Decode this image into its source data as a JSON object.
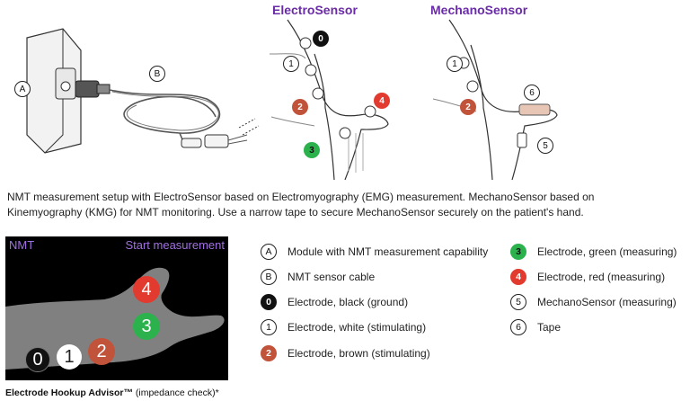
{
  "diagram": {
    "electro_title": "ElectroSensor",
    "mechano_title": "MechanoSensor",
    "labels": {
      "A": "A",
      "B": "B",
      "e0": "0",
      "e1": "1",
      "e2": "2",
      "e3": "3",
      "e4": "4",
      "m1": "1",
      "m2": "2",
      "m5": "5",
      "m6": "6"
    }
  },
  "caption": "NMT measurement setup with ElectroSensor based on Electromyography (EMG) measurement. MechanoSensor based on Kinemyography (KMG) for NMT monitoring. Use a narrow tape to secure MechanoSensor securely on the patient's hand.",
  "advisor": {
    "left_title": "NMT",
    "right_title": "Start measurement",
    "markers": {
      "m0": "0",
      "m1": "1",
      "m2": "2",
      "m3": "3",
      "m4": "4"
    },
    "caption_bold": "Electrode Hookup Advisor™",
    "caption_rest": " (impedance check)*"
  },
  "legend_left": [
    {
      "badge": "A",
      "text": "Module with NMT measurement capability"
    },
    {
      "badge": "B",
      "text": "NMT sensor cable"
    },
    {
      "badge": "0",
      "text": "Electrode, black (ground)"
    },
    {
      "badge": "1",
      "text": "Electrode, white (stimulating)"
    },
    {
      "badge": "2",
      "text": "Electrode, brown (stimulating)"
    }
  ],
  "legend_right": [
    {
      "badge": "3",
      "text": "Electrode, green (measuring)"
    },
    {
      "badge": "4",
      "text": "Electrode, red (measuring)"
    },
    {
      "badge": "5",
      "text": "MechanoSensor (measuring)"
    },
    {
      "badge": "6",
      "text": "Tape"
    }
  ],
  "colors": {
    "title_purple": "#6a2ca6",
    "electrode_black": "#111111",
    "electrode_white": "#ffffff",
    "electrode_brown": "#c0533a",
    "electrode_green": "#2bb24c",
    "electrode_red": "#e23a2f"
  }
}
